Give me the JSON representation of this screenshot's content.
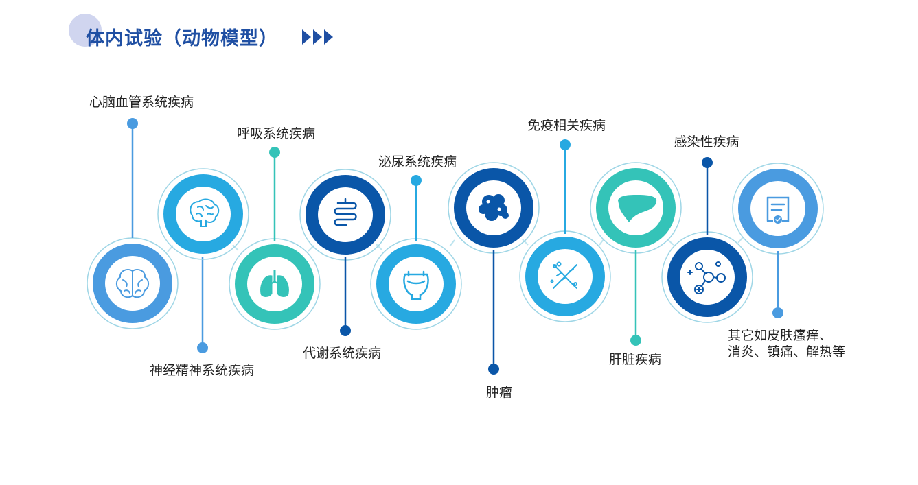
{
  "title": "体内试验（动物模型）",
  "colors": {
    "title": "#1f4fa3",
    "mid_blue": "#4a9be0",
    "sky_blue": "#27a9e1",
    "teal": "#34c3b8",
    "navy": "#0a56a8",
    "light_stroke": "#bfe5ef"
  },
  "nodes": [
    {
      "label": "神经精神系统疾病",
      "icon": "brain-icon"
    },
    {
      "label": "心脑血管系统疾病",
      "icon": "brain-side-icon"
    },
    {
      "label": "呼吸系统疾病",
      "icon": "lungs-icon"
    },
    {
      "label": "代谢系统疾病",
      "icon": "intestine-icon"
    },
    {
      "label": "泌尿系统疾病",
      "icon": "bladder-icon"
    },
    {
      "label": "肿瘤",
      "icon": "tumor-icon"
    },
    {
      "label": "免疫相关疾病",
      "icon": "dna-icon"
    },
    {
      "label": "肝脏疾病",
      "icon": "liver-icon"
    },
    {
      "label": "感染性疾病",
      "icon": "molecule-icon"
    },
    {
      "label_line1": "其它如皮肤瘙痒、",
      "label_line2": "消炎、镇痛、解热等",
      "icon": "report-icon"
    }
  ]
}
